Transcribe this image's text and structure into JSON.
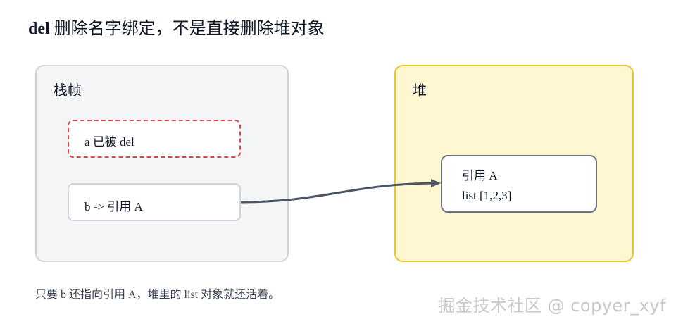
{
  "title": {
    "keyword": "del",
    "rest": " 删除名字绑定，不是直接删除堆对象"
  },
  "stack": {
    "label": "栈帧",
    "deleted_binding": "a 已被 del",
    "live_binding": "b -> 引用 A"
  },
  "heap": {
    "label": "堆",
    "object_ref": "引用 A",
    "object_value": "list [1,2,3]"
  },
  "note": "只要 b 还指向引用 A，堆里的 list 对象就还活着。",
  "watermark": "掘金技术社区 @ copyer_xyf",
  "colors": {
    "stack_bg": "#f3f5f7",
    "heap_bg": "#fef7d2",
    "heap_border": "#e8c52a",
    "deleted_border": "#d64545",
    "arrow": "#4b5563"
  }
}
